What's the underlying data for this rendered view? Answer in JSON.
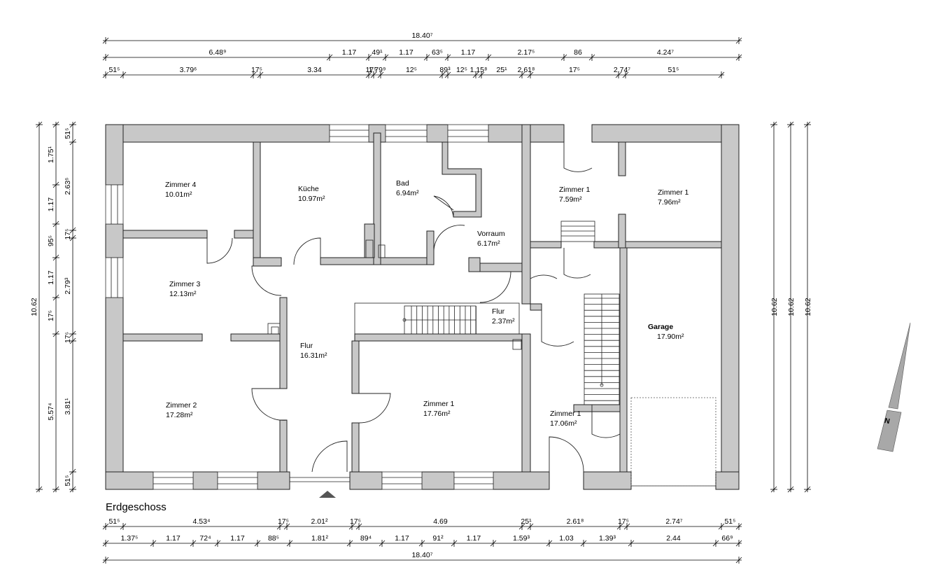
{
  "title": "Erdgeschoss",
  "colors": {
    "wall": "#c8c8c8",
    "line": "#000000",
    "north": "#a8a8a8"
  },
  "rooms": [
    {
      "name": "Zimmer 4",
      "area": "10.01m²"
    },
    {
      "name": "Küche",
      "area": "10.97m²"
    },
    {
      "name": "Bad",
      "area": "6.94m²"
    },
    {
      "name": "Vorraum",
      "area": "6.17m²"
    },
    {
      "name": "Zimmer 1",
      "area": "7.59m²"
    },
    {
      "name": "Zimmer 1",
      "area": "7.96m²"
    },
    {
      "name": "Zimmer 3",
      "area": "12.13m²"
    },
    {
      "name": "Flur",
      "area": "2.37m²"
    },
    {
      "name": "Garage",
      "area": "17.90m²"
    },
    {
      "name": "Flur",
      "area": "16.31m²"
    },
    {
      "name": "Zimmer 2",
      "area": "17.28m²"
    },
    {
      "name": "Zimmer 1",
      "area": "17.76m²"
    },
    {
      "name": "Zimmer 1",
      "area": "17.06m²"
    }
  ],
  "dims": {
    "top_total": "18.40⁷",
    "top_row2": [
      "6.48⁹",
      "1.17",
      "49¹",
      "1.17",
      "63⁵",
      "1.17",
      "2.17⁵",
      "86",
      "4.24⁷"
    ],
    "top_row3": [
      "51⁵",
      "3.79⁶",
      "17⁵",
      "3.34",
      "17⁵",
      "1.79⁹",
      "12⁵",
      "89³",
      "12⁵",
      "1.15⁸",
      "25¹",
      "2.61⁸",
      "17⁵",
      "2.74⁷",
      "51⁵"
    ],
    "left_total": "10.62",
    "left_row2": [
      "1.75¹",
      "1.17",
      "95⁵",
      "1.17",
      "17⁵",
      "5.57⁴"
    ],
    "left_row3": [
      "51⁵",
      "2.63⁶",
      "17⁵",
      "2.79³",
      "17⁵",
      "3.81¹",
      "51⁵"
    ],
    "right": [
      "10.62",
      "10.62",
      "10.62"
    ],
    "bottom_row1": [
      "51⁵",
      "4.53⁴",
      "17⁵",
      "2.01²",
      "17⁵",
      "4.69",
      "25¹",
      "2.61⁸",
      "17⁵",
      "2.74⁷",
      "51⁵"
    ],
    "bottom_row2": [
      "1.37⁵",
      "1.17",
      "72⁴",
      "1.17",
      "88⁵",
      "1.81²",
      "89⁴",
      "1.17",
      "91²",
      "1.17",
      "1.59³",
      "1.03",
      "1.39³",
      "2.44",
      "66⁹"
    ],
    "bottom_total": "18.40⁷"
  },
  "north_label": "N"
}
